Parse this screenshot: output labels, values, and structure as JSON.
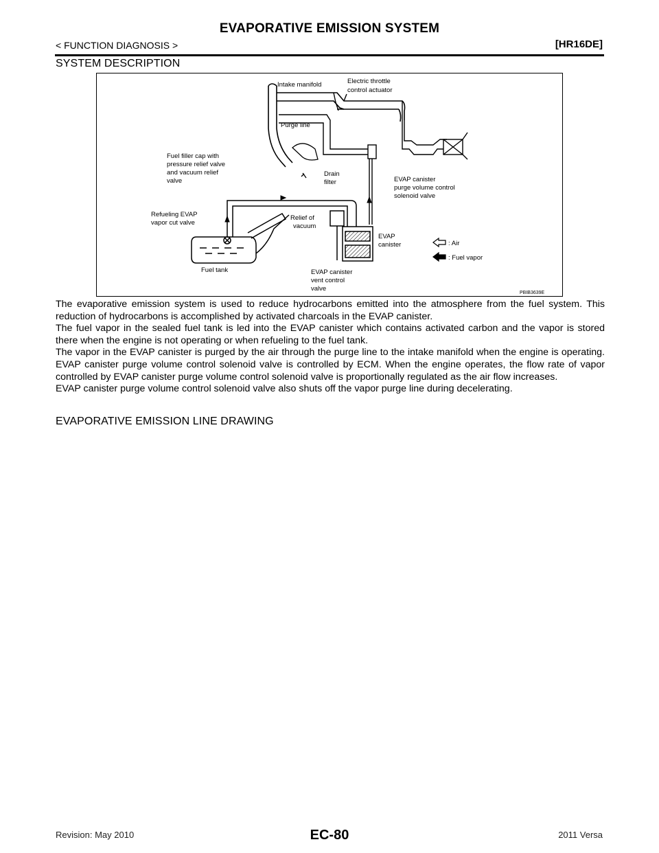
{
  "header": {
    "title": "EVAPORATIVE EMISSION SYSTEM",
    "breadcrumb": "< FUNCTION DIAGNOSIS >",
    "model": "[HR16DE]"
  },
  "sections": {
    "system_description": "SYSTEM DESCRIPTION",
    "line_drawing": "EVAPORATIVE EMISSION LINE DRAWING"
  },
  "figure": {
    "labels": {
      "intake_manifold": "Intake manifold",
      "throttle_1": "Electric throttle",
      "throttle_2": "control actuator",
      "purge_line": "Purge line",
      "filler_1": "Fuel filler cap with",
      "filler_2": "pressure relief valve",
      "filler_3": "and vacuum relief",
      "filler_4": "valve",
      "drain_1": "Drain",
      "drain_2": "filter",
      "purge_valve_1": "EVAP canister",
      "purge_valve_2": "purge volume control",
      "purge_valve_3": "solenoid valve",
      "refuel_1": "Refueling EVAP",
      "refuel_2": "vapor cut valve",
      "relief_1": "Relief of",
      "relief_2": "vacuum",
      "canister_1": "EVAP",
      "canister_2": "canister",
      "vent_1": "EVAP canister",
      "vent_2": "vent control",
      "vent_3": "valve",
      "fuel_tank": "Fuel tank",
      "legend_air": ": Air",
      "legend_vapor": ": Fuel vapor",
      "code": "PBIB3639E"
    }
  },
  "paragraphs": [
    "The evaporative emission system is used to reduce hydrocarbons emitted into the atmosphere from the fuel system. This reduction of hydrocarbons is accomplished by activated charcoals in the EVAP canister.",
    "The fuel vapor in the sealed fuel tank is led into the EVAP canister which contains activated carbon and the vapor is stored there when the engine is not operating or when refueling to the fuel tank.",
    "The vapor in the EVAP canister is purged by the air through the purge line to the intake manifold when the engine is operating. EVAP canister purge volume control solenoid valve is controlled by ECM. When the engine operates, the flow rate of vapor controlled by EVAP canister purge volume control solenoid valve is proportionally regulated as the air flow increases.",
    "EVAP canister purge volume control solenoid valve also shuts off the vapor purge line during decelerating."
  ],
  "footer": {
    "revision": "Revision: May 2010",
    "page": "EC-80",
    "model_year": "2011 Versa"
  }
}
